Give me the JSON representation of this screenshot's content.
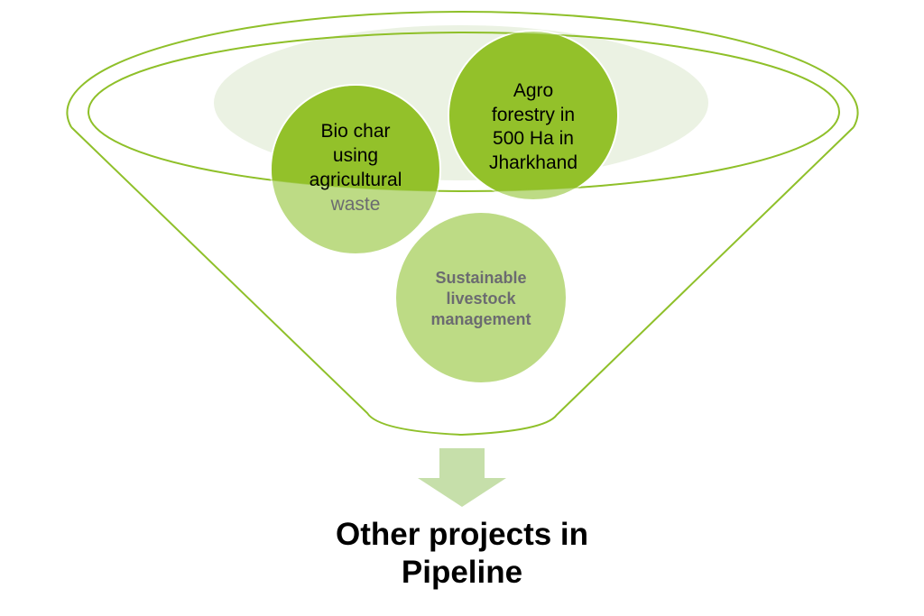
{
  "colors": {
    "outline": "#8fc02a",
    "dark_circle": "#93c12a",
    "light_circle": "#bddb85",
    "rim_fill": "#ebf2e3",
    "arrow": "#c6dfaa",
    "muted_text": "#6b6b70"
  },
  "circles": [
    {
      "lines": [
        "Bio char",
        "using",
        "agricultural",
        "waste"
      ]
    },
    {
      "lines": [
        "Agro",
        "forestry in",
        "500 Ha in",
        "Jharkhand"
      ]
    },
    {
      "lines": [
        "Sustainable",
        "livestock",
        "management"
      ]
    }
  ],
  "output": {
    "line1": "Other projects in",
    "line2": "Pipeline"
  }
}
